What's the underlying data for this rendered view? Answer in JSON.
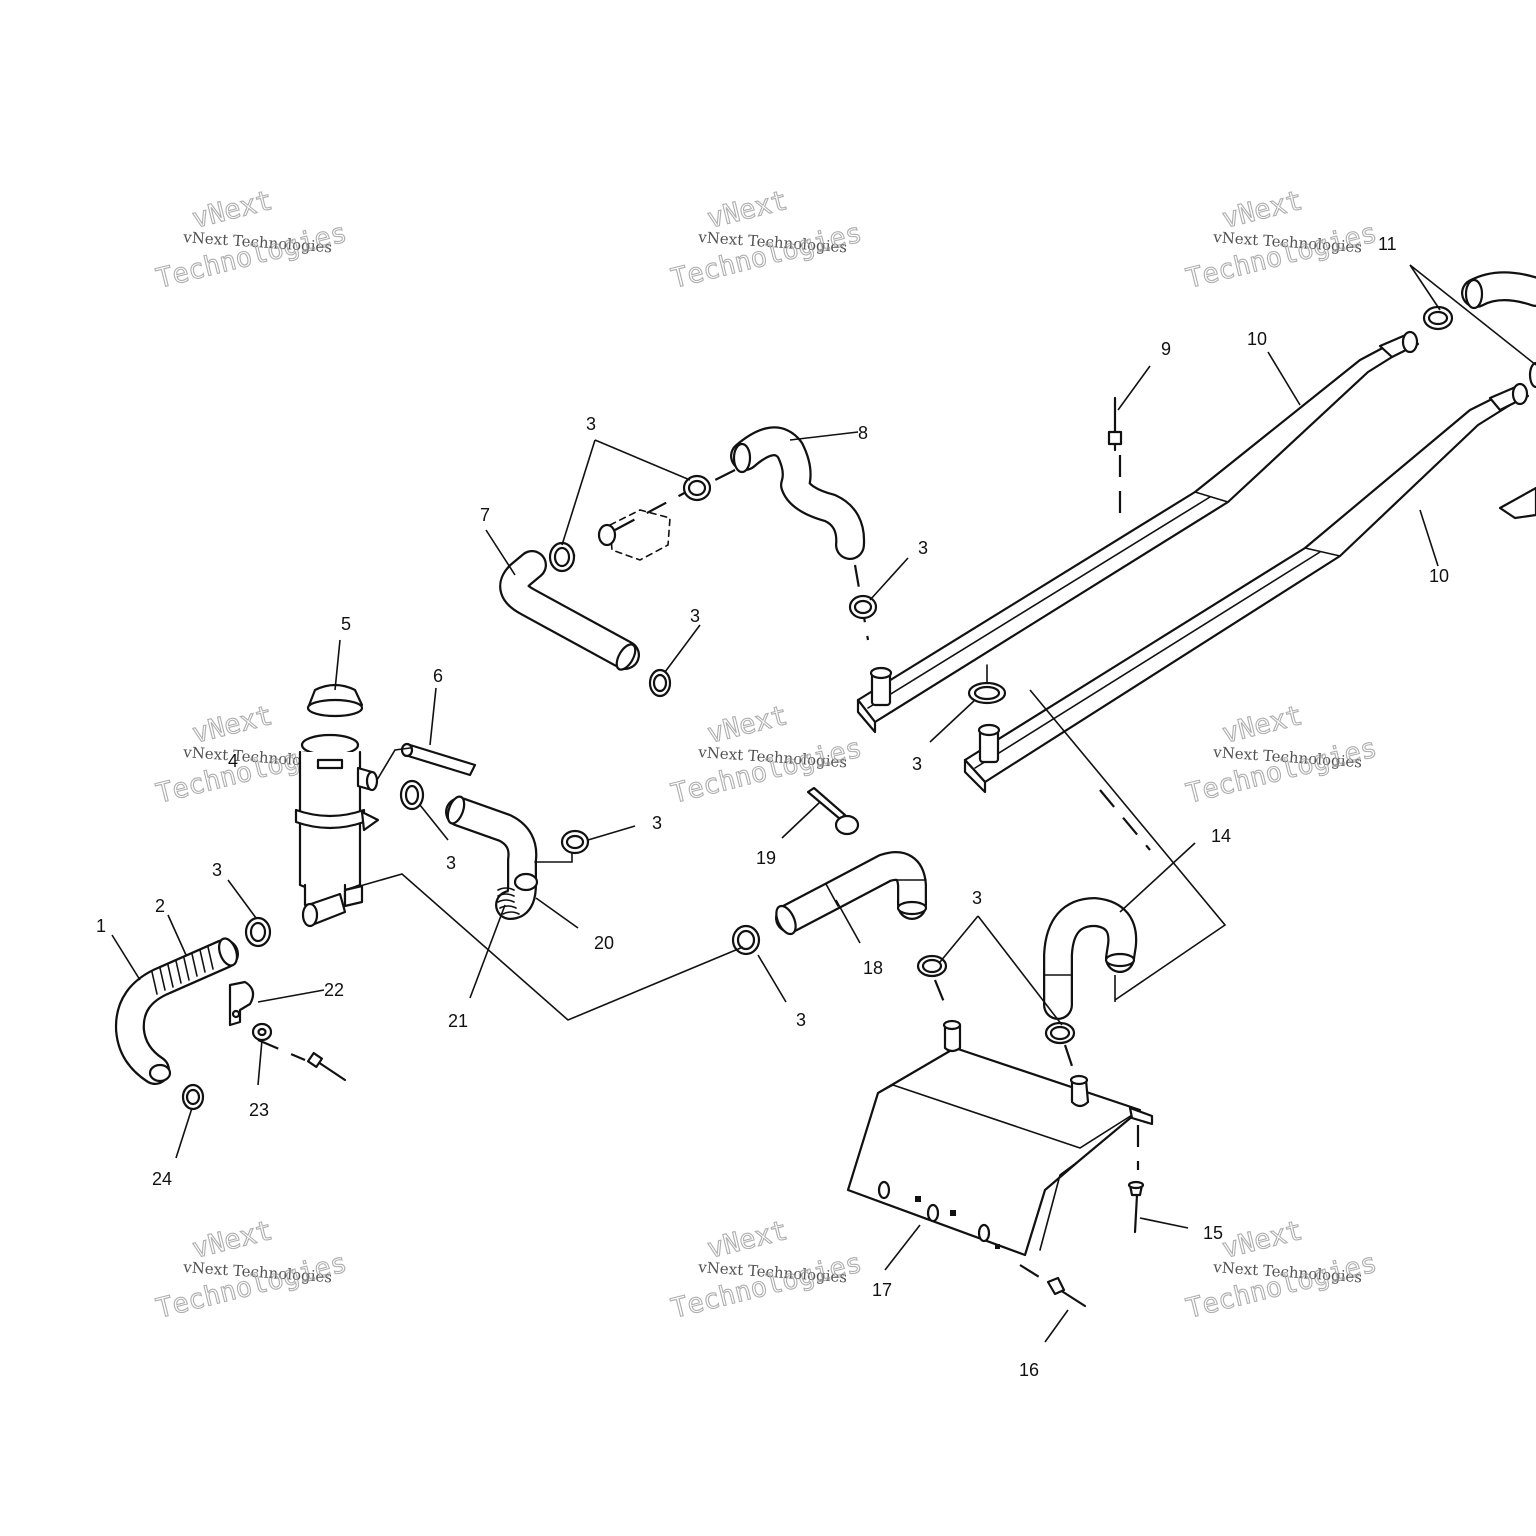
{
  "watermark": {
    "line_small": "vNext Technologies",
    "word_top": "vNext",
    "word_bottom": "Technologies"
  },
  "callouts": {
    "c1": "1",
    "c2": "2",
    "c3a": "3",
    "c3b": "3",
    "c3c": "3",
    "c3d": "3",
    "c3e": "3",
    "c3f": "3",
    "c3g": "3",
    "c3h": "3",
    "c3i": "3",
    "c4": "4",
    "c5": "5",
    "c6": "6",
    "c7": "7",
    "c8": "8",
    "c9": "9",
    "c10a": "10",
    "c10b": "10",
    "c11": "11",
    "c14": "14",
    "c15": "15",
    "c16": "16",
    "c17": "17",
    "c18": "18",
    "c19": "19",
    "c20": "20",
    "c21": "21",
    "c22": "22",
    "c23": "23",
    "c24": "24"
  }
}
